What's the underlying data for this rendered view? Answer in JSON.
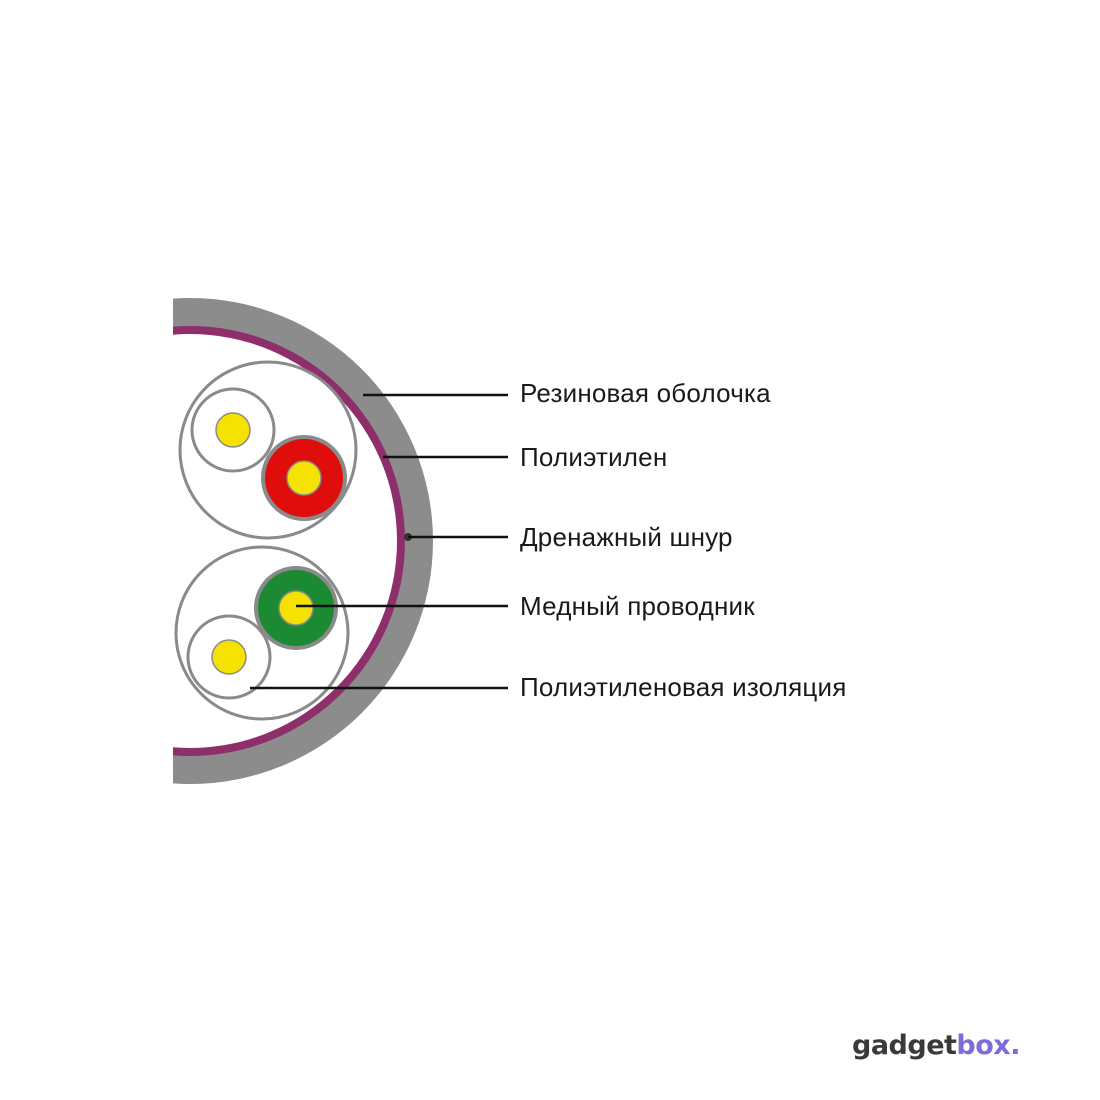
{
  "labels": {
    "sheath": "Резиновая оболочка",
    "polyethylene": "Полиэтилен",
    "drain": "Дренажный шнур",
    "copper": "Медный проводник",
    "insulation": "Полиэтиленовая изоляция"
  },
  "brand": {
    "part1": "gadget",
    "part2": "box."
  },
  "colors": {
    "sheath": "#8c8c8c",
    "polyethylene": "#8e2f6c",
    "conductor": "#f5e200",
    "insulation_red": "#e00d0d",
    "insulation_green": "#1b8a33",
    "outline": "#8a8a8a",
    "brand_accent": "#7b6cd9"
  }
}
